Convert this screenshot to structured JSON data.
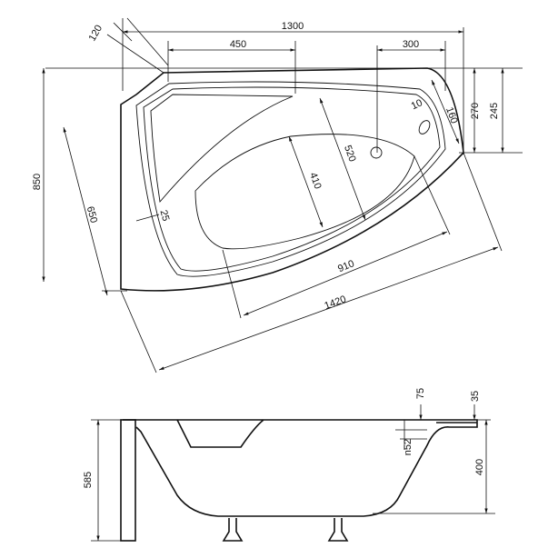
{
  "top_view": {
    "dims": {
      "overall_length": "1300",
      "corner_cut": "120",
      "backrest_width": "450",
      "drain_offset": "300",
      "depth_a": "270",
      "depth_b": "245",
      "rim_small": "10",
      "overflow_len": "160",
      "inner_length": "520",
      "basin_width": "410",
      "overall_width": "850",
      "left_side": "650",
      "rim_width": "25",
      "basin_length": "910",
      "diagonal_length": "1420"
    }
  },
  "side_view": {
    "dims": {
      "rim_thick": "75",
      "lip": "35",
      "overflow_diameter": "n52",
      "depth": "400",
      "total_height": "585"
    }
  }
}
